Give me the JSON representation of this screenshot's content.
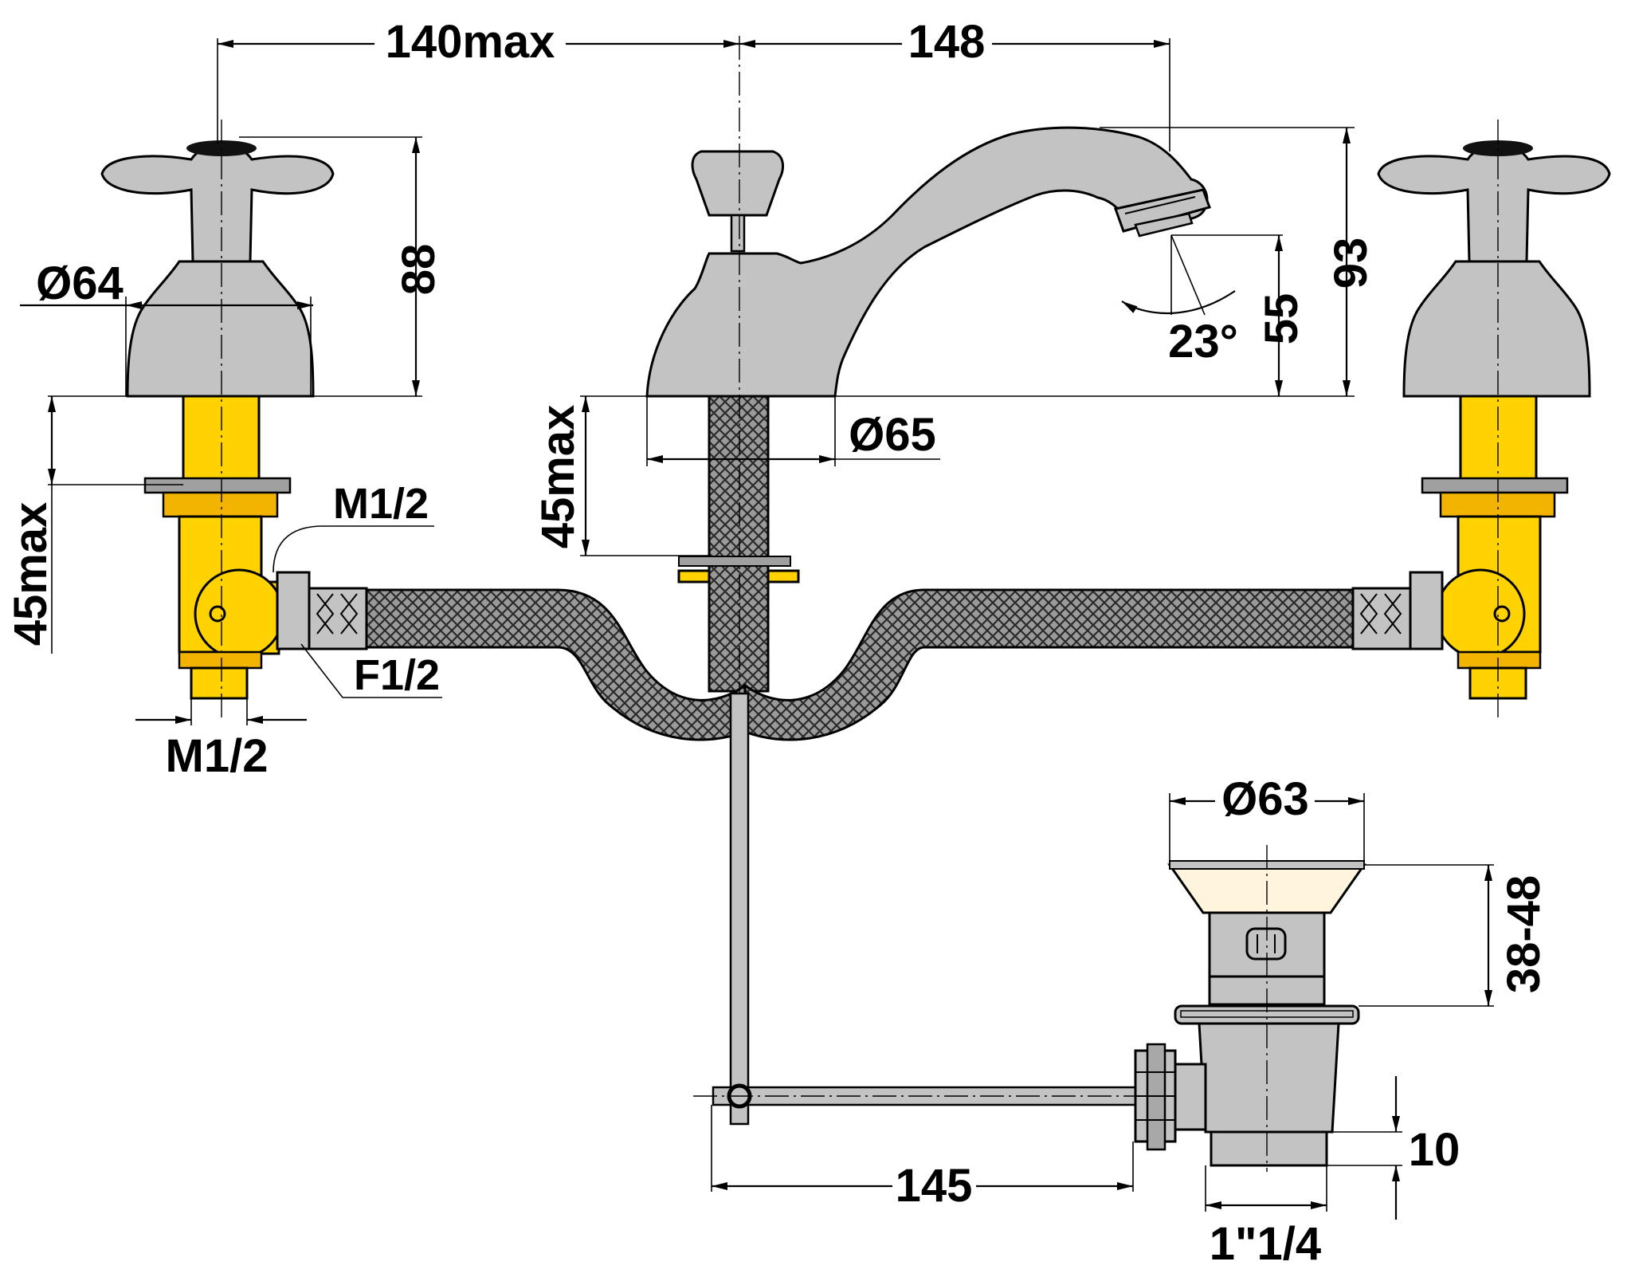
{
  "dimensions": {
    "top_left_width": "140max",
    "top_right_width": "148",
    "handle_height": "88",
    "handle_base_dia": "Ø64",
    "left_shank_length": "45max",
    "spout_base_dia": "Ø65",
    "center_shank_length": "45max",
    "spout_angle": "23°",
    "spout_outlet_height": "55",
    "spout_total_height": "93",
    "inlet_thread": "M1/2",
    "connector_thread_top": "M1/2",
    "connector_thread_bottom": "F1/2",
    "drain_dia": "Ø63",
    "drain_height_range": "38-48",
    "pull_rod_length": "145",
    "drain_tail_length": "10",
    "drain_thread": "1\"1/4"
  },
  "colors": {
    "chrome": "#c3c3c3",
    "brass": "#ffd200",
    "ceramic": "#fff5dc",
    "line": "#000000"
  }
}
